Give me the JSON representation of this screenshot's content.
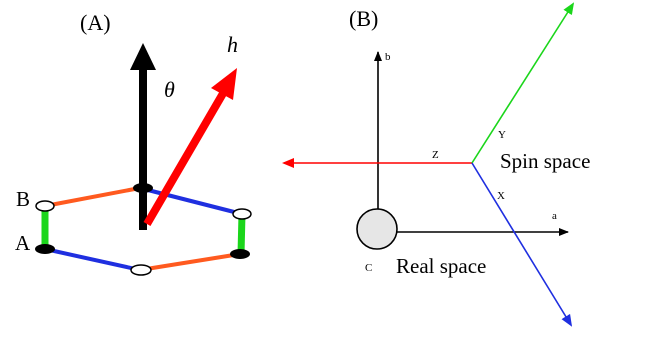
{
  "colors": {
    "black": "#000000",
    "red": "#ff0000",
    "orange": "#ff5a1f",
    "blue": "#1f2fe0",
    "green": "#1bd61b",
    "light_gray": "#e6e6e6"
  },
  "panel_a": {
    "label": "(A)",
    "theta_label": "θ",
    "h_label": "h",
    "site_b_label": "B",
    "site_a_label": "A"
  },
  "panel_b": {
    "label": "(B)",
    "axis_b": "b",
    "axis_a": "a",
    "axis_c": "C",
    "axis_x": "X",
    "axis_y": "Y",
    "axis_z": "Z",
    "spin_space": "Spin space",
    "real_space": "Real space"
  }
}
